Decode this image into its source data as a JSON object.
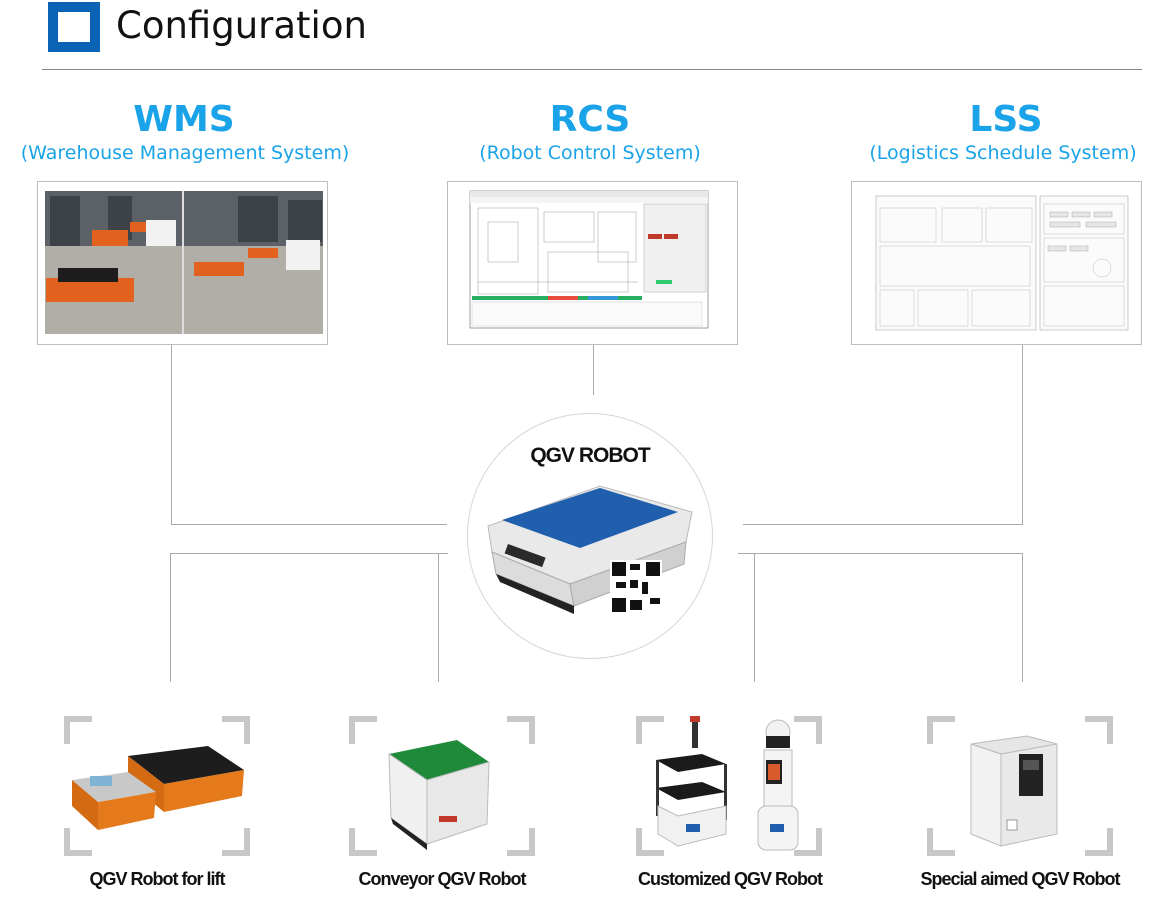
{
  "header": {
    "title": "Configuration"
  },
  "systems": [
    {
      "abbr": "WMS",
      "full": "(Warehouse Management System)"
    },
    {
      "abbr": "RCS",
      "full": "(Robot Control System)"
    },
    {
      "abbr": "LSS",
      "full": "(Logistics Schedule System)"
    }
  ],
  "hub": {
    "title": "QGV ROBOT"
  },
  "robots": [
    {
      "label": "QGV Robot for lift"
    },
    {
      "label": "Conveyor QGV Robot"
    },
    {
      "label": "Customized QGV Robot"
    },
    {
      "label": "Special aimed QGV Robot"
    }
  ],
  "colors": {
    "accent": "#1aa3e8",
    "header_icon": "#0a63b5",
    "line": "#a9a9a9"
  }
}
